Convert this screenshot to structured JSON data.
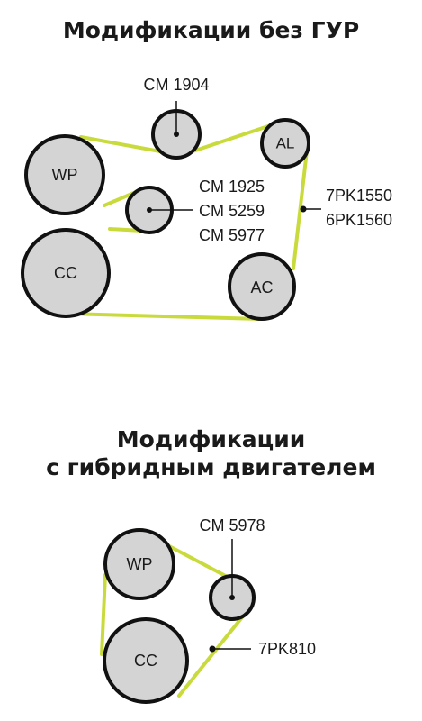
{
  "colors": {
    "belt": "#c9db3c",
    "pulley_fill": "#d4d4d4",
    "pulley_stroke": "#111111",
    "text": "#1a1a1a"
  },
  "diagram1": {
    "title": "Модификации без ГУР",
    "pulleys": {
      "wp": "WP",
      "cc": "CC",
      "ac": "AC",
      "al": "AL"
    },
    "labels": {
      "idler_top": "CM 1904",
      "idler_mid_1": "CM 1925",
      "idler_mid_2": "CM 5259",
      "idler_mid_3": "CM 5977",
      "belt_1": "7PK1550",
      "belt_2": "6PK1560"
    }
  },
  "diagram2": {
    "title_line1": "Модификации",
    "title_line2": "с гибридным двигателем",
    "pulleys": {
      "wp": "WP",
      "cc": "CC"
    },
    "labels": {
      "idler": "CM 5978",
      "belt": "7PK810"
    }
  }
}
